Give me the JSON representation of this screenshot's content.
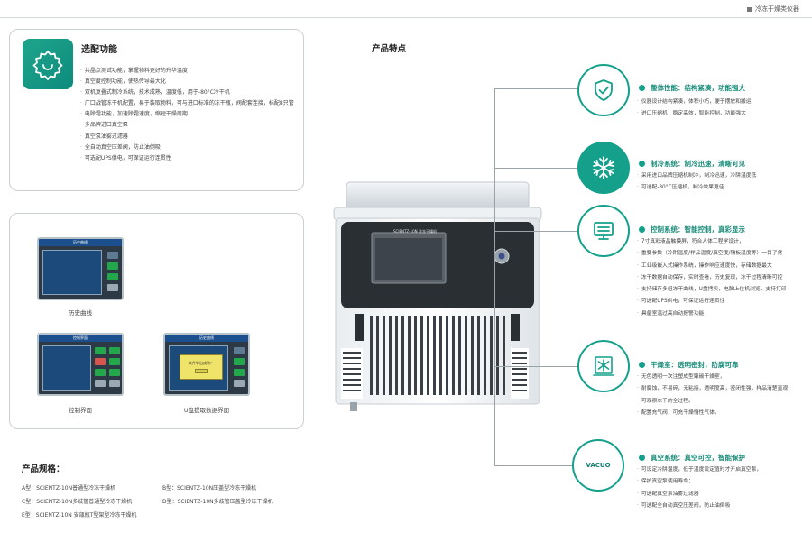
{
  "header": {
    "category": "冷冻干燥类仪器"
  },
  "options": {
    "title": "选配功能",
    "items": [
      "共晶点测试功能，掌握物料更好的升华温度",
      "真空度控制功能，使热传导最大化",
      "双机复叠式制冷系统，技术成熟，温度低，用于-80°C冷干机",
      "广口战管冻干机配置，易于装取物料，可与进口标准的冻干瓶，阀配套连接，标配8只管",
      "电除霜功能，加速除霜速度，缩短干燥周期",
      "多品牌进口真空泵",
      "真空泵油雾过滤器",
      "全自动真空压差阀，防止油倒吸",
      "可选配UPS供电，可保证运行连贯性"
    ]
  },
  "screens": {
    "history": {
      "header": "历史曲线",
      "caption": "历史曲线"
    },
    "control": {
      "header": "控制界面",
      "caption": "控制界面"
    },
    "usb": {
      "header": "历史曲线",
      "dialog": "文件导出成功！",
      "caption": "U盘提取数据界面"
    }
  },
  "specs": {
    "title": "产品规格：",
    "items": [
      "A型：SCIENTZ-10N普通型冷冻干燥机",
      "B型：SCIENTZ-10N压盖型冷冻干燥机",
      "C型：SCIENTZ-10N多歧管普通型冷冻干燥机",
      "D型：SCIENTZ-10N多歧管压盖型冷冻干燥机",
      "E型：SCIENTZ-10N 安瓿瓶T型架型冷冻干燥机"
    ]
  },
  "features": {
    "title": "产品特点",
    "items": [
      {
        "icon": "shield-check-icon",
        "title": "整体性能：结构紧凑，功能强大",
        "lines": [
          "仪器设计结构紧凑，体积小巧，便于摆放和搬运",
          "进口压缩机，稳定高效，智能控制，功能强大"
        ]
      },
      {
        "icon": "snowflake-icon",
        "title": "制冷系统：制冷迅速，清晰可见",
        "lines": [
          "采用进口品牌压缩机制冷，制冷迅速，冷阱温度低",
          "可选配-80°C压缩机，制冷效果更佳"
        ]
      },
      {
        "icon": "monitor-icon",
        "title": "控制系统：智能控制，真彩显示",
        "lines": [
          "7寸真彩液晶触摸屏，符合人体工程学设计，",
          "重要参数（冷阱温度/样品温度/真空度/隔板温度等）一目了然",
          "工业级嵌入式操作系统，操作响应速度快，存储数据最大",
          "冻干数据自动保存，实时查看，历史复现，冻干过程清晰可控",
          "支持储存多组冻干曲线，U盘拷贝，电脑上位机浏览，支持打印",
          "可选配UPS供电，可保证运行连贯性",
          "具备室温过高自动报警功能"
        ]
      },
      {
        "icon": "drying-chamber-icon",
        "title": "干燥室：透明密封，防腐可靠",
        "lines": [
          "无色透明一次注塑成型聚碳干燥室，",
          "耐腐蚀，不易碎，无粘接，透明度高，密闭性强，样品清楚直观，",
          "可观察冻干的全过程。",
          "配置充气阀，可充干燥惰性气体。"
        ]
      },
      {
        "icon": "vacuo-icon",
        "icon_text": "VACUO",
        "title": "真空系统：真空可控，智能保护",
        "lines": [
          "可设定冷阱温度，低于温度设定值时才开启真空泵，",
          "保护真空泵使用寿命；",
          "可选配真空泵油雾过滤器",
          "可选配全自动真空压差阀，防止油倒吸"
        ]
      }
    ]
  },
  "machine": {
    "brand_label": "SCIENTZ-10N 冷冻干燥机"
  },
  "colors": {
    "accent": "#14a08b",
    "accent_dark": "#0d8b7d"
  }
}
